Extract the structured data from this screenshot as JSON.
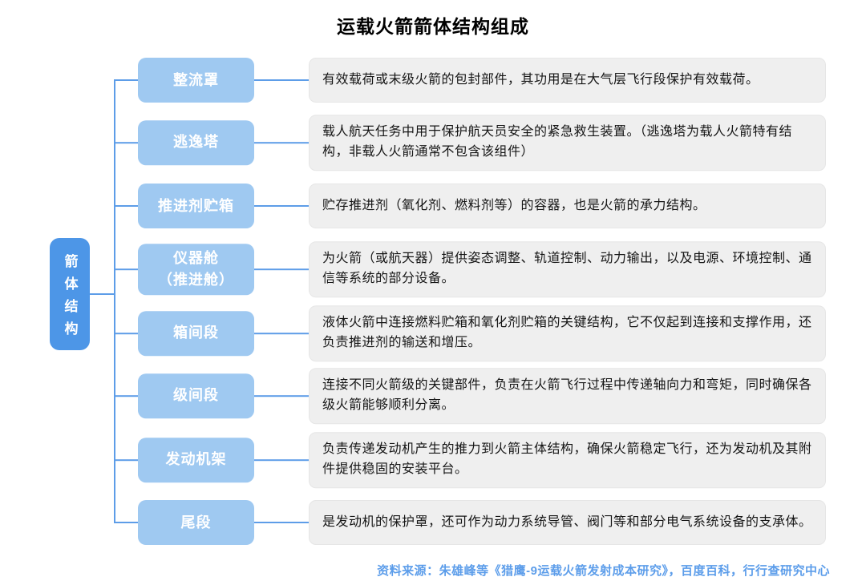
{
  "title": "运载火箭箭体结构组成",
  "root": {
    "label": "箭体结构"
  },
  "rows": [
    {
      "label": "整流罩",
      "description": "有效载荷或末级火箭的包封部件，其功用是在大气层飞行段保护有效载荷。"
    },
    {
      "label": "逃逸塔",
      "description": "载人航天任务中用于保护航天员安全的紧急救生装置。（逃逸塔为载人火箭特有结构，非载人火箭通常不包含该组件）"
    },
    {
      "label": "推进剂贮箱",
      "description": "贮存推进剂（氧化剂、燃料剂等）的容器，也是火箭的承力结构。"
    },
    {
      "label": "仪器舱",
      "label_line2": "（推进舱）",
      "description": "为火箭（或航天器）提供姿态调整、轨道控制、动力输出，以及电源、环境控制、通信等系统的部分设备。"
    },
    {
      "label": "箱间段",
      "description": "液体火箭中连接燃料贮箱和氧化剂贮箱的关键结构，它不仅起到连接和支撑作用，还负责推进剂的输送和增压。"
    },
    {
      "label": "级间段",
      "description": "连接不同火箭级的关键部件，负责在火箭飞行过程中传递轴向力和弯矩，同时确保各级火箭能够顺利分离。"
    },
    {
      "label": "发动机架",
      "description": "负责传递发动机产生的推力到火箭主体结构，确保火箭稳定飞行，还为发动机及其附件提供稳固的安装平台。"
    },
    {
      "label": "尾段",
      "description": "是发动机的保护罩，还可作为动力系统导管、阀门等和部分电气系统设备的支承体。"
    }
  ],
  "footer": {
    "source": "资料来源：朱雄峰等《猎鹰-9运载火箭发射成本研究》，百度百科，行行查研究中心"
  },
  "colors": {
    "root_node": "#4D96E7",
    "branch_node": "#9FC9F1",
    "connector": "#5D9DE8",
    "description_bg": "#EFEFEF",
    "source_text": "#5C9DEA"
  }
}
